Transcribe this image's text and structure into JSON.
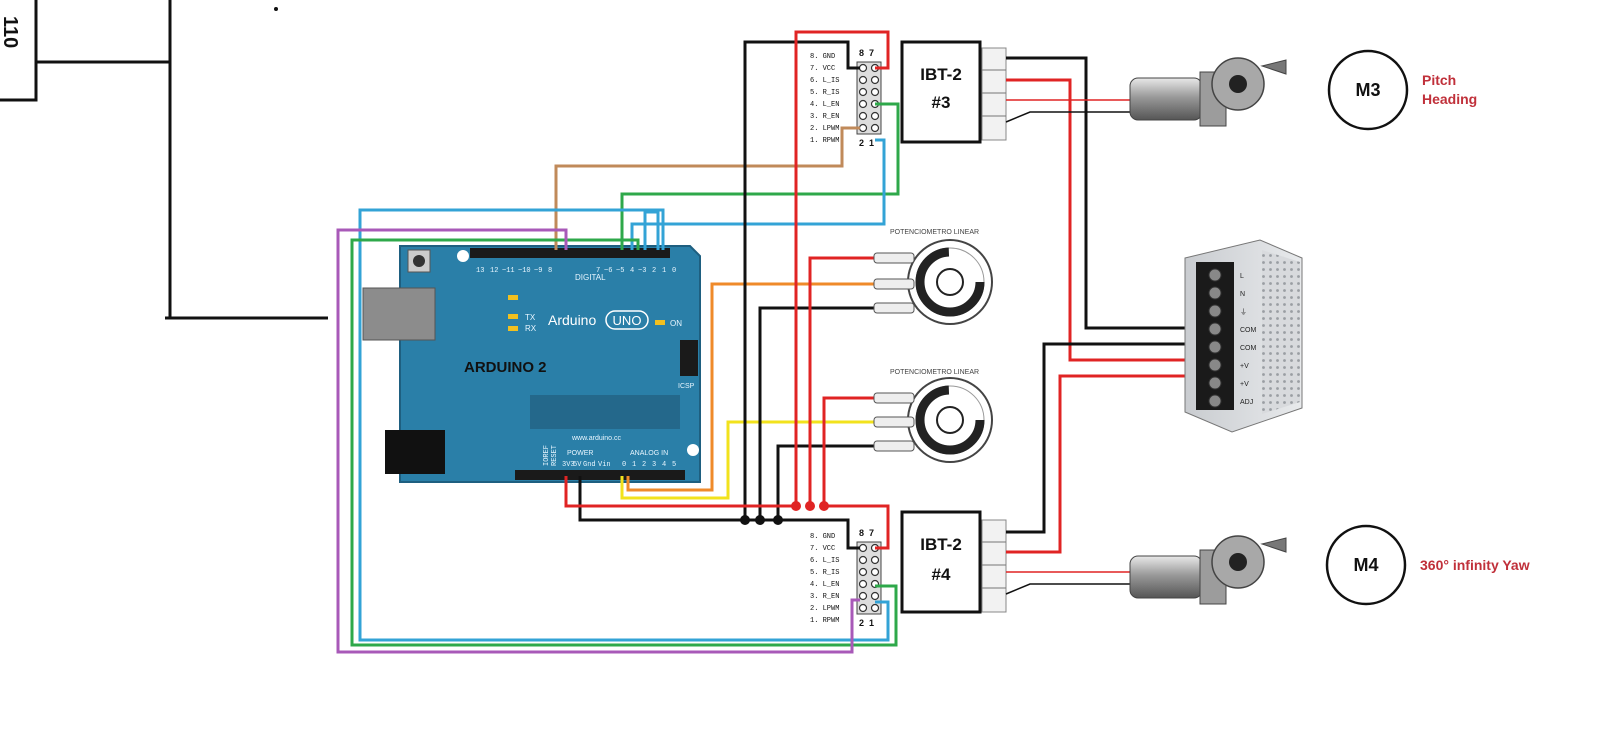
{
  "diagram": {
    "left_block_fragment": "110",
    "arduino": {
      "board_name": "Arduino",
      "model": "UNO",
      "label": "ARDUINO 2",
      "on_label": "ON",
      "tx_label": "TX",
      "rx_label": "RX",
      "icsp_label": "ICSP",
      "digital_label": "DIGITAL",
      "power_label": "POWER",
      "analog_label": "ANALOG IN",
      "website": "www.arduino.cc",
      "power_pins": [
        "IOREF",
        "RESET",
        "3V3",
        "5V",
        "Gnd",
        "Vin"
      ],
      "digital_pins": [
        "13",
        "12",
        "~11",
        "~10",
        "~9",
        "8",
        "7",
        "~6",
        "~5",
        "4",
        "~3",
        "2",
        "1",
        "0"
      ],
      "analog_pins": [
        "0",
        "1",
        "2",
        "3",
        "4",
        "5"
      ]
    },
    "drivers": [
      {
        "id": "ibt3",
        "title": "IBT-2",
        "number": "#3",
        "pins": [
          "8. GND",
          "7. VCC",
          "6. L_IS",
          "5. R_IS",
          "4. L_EN",
          "3. R_EN",
          "2. LPWM",
          "1. RPWM"
        ],
        "header_top": [
          "8",
          "7"
        ],
        "header_bottom": [
          "2",
          "1"
        ]
      },
      {
        "id": "ibt4",
        "title": "IBT-2",
        "number": "#4",
        "pins": [
          "8. GND",
          "7. VCC",
          "6. L_IS",
          "5. R_IS",
          "4. L_EN",
          "3. R_EN",
          "2. LPWM",
          "1. RPWM"
        ],
        "header_top": [
          "8",
          "7"
        ],
        "header_bottom": [
          "2",
          "1"
        ]
      }
    ],
    "potentiometers": [
      {
        "id": "pot1",
        "label": "POTENCIOMETRO LINEAR"
      },
      {
        "id": "pot2",
        "label": "POTENCIOMETRO LINEAR"
      }
    ],
    "motors": [
      {
        "id": "m3",
        "label": "M3",
        "caption_line1": "Pitch",
        "caption_line2": "Heading"
      },
      {
        "id": "m4",
        "label": "M4",
        "caption_line1": "360° infinity Yaw",
        "caption_line2": ""
      }
    ],
    "power_supply": {
      "terminals": [
        "L",
        "N",
        "⏚",
        "COM",
        "COM",
        "+V",
        "+V",
        "ADJ"
      ]
    },
    "colors": {
      "board": "#2a7fa8",
      "wire_black": "#111111",
      "wire_red": "#e02424",
      "wire_green": "#2ea84a",
      "wire_blue": "#33a3d6",
      "wire_brown": "#c08a5a",
      "wire_orange": "#ef8a2a",
      "wire_yellow": "#f2e21c",
      "wire_purple": "#a859b8",
      "caption_red": "#c0303a"
    }
  }
}
